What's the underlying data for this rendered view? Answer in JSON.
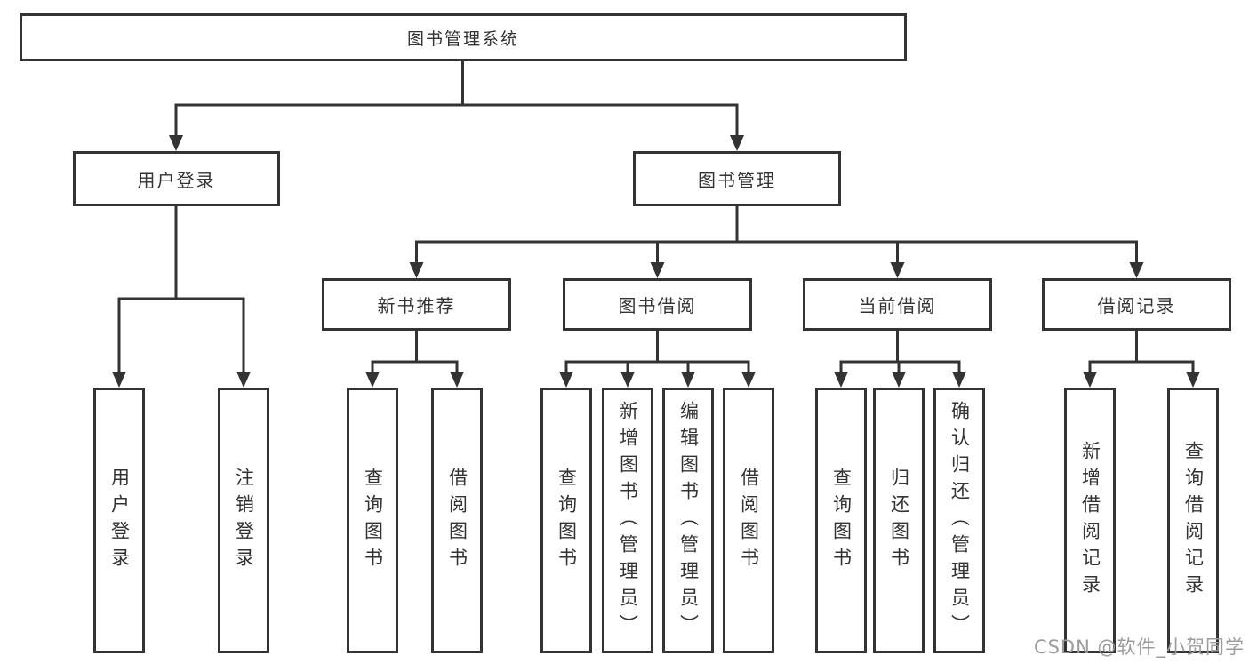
{
  "diagram": {
    "title": "图书管理系统",
    "branches": [
      {
        "label": "用户登录",
        "children": [
          {
            "label": "用户登录"
          },
          {
            "label": "注销登录"
          }
        ]
      },
      {
        "label": "图书管理",
        "children": [
          {
            "label": "新书推荐",
            "children": [
              {
                "label": "查询图书"
              },
              {
                "label": "借阅图书"
              }
            ]
          },
          {
            "label": "图书借阅",
            "children": [
              {
                "label": "查询图书"
              },
              {
                "label": "新增图书（管理员）"
              },
              {
                "label": "编辑图书（管理员）"
              },
              {
                "label": "借阅图书"
              }
            ]
          },
          {
            "label": "当前借阅",
            "children": [
              {
                "label": "查询图书"
              },
              {
                "label": "归还图书"
              },
              {
                "label": "确认归还（管理员）"
              }
            ]
          },
          {
            "label": "借阅记录",
            "children": [
              {
                "label": "新增借阅记录"
              },
              {
                "label": "查询借阅记录"
              }
            ]
          }
        ]
      }
    ]
  },
  "watermark": {
    "text": "CSDN @软件_小贺同学"
  },
  "colors": {
    "line": "#333333",
    "box_border": "#333333",
    "text": "#333333",
    "watermark": "#9c9c9c",
    "background": "#ffffff"
  }
}
